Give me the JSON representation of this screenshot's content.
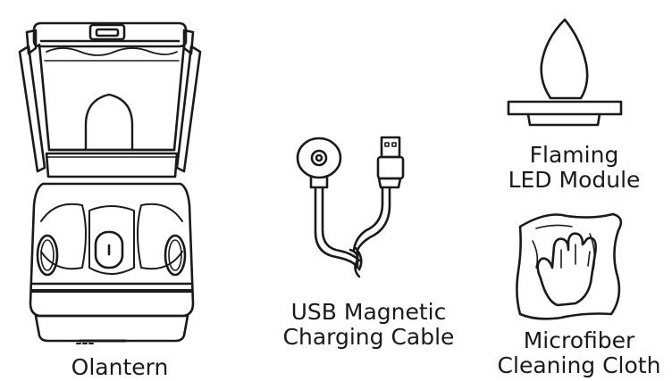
{
  "items": {
    "lantern": {
      "label": "Olantern"
    },
    "cable": {
      "line1": "USB Magnetic",
      "line2": "Charging Cable"
    },
    "led_module": {
      "line1": "Flaming",
      "line2": "LED Module"
    },
    "cloth": {
      "line1": "Microfiber",
      "line2": "Cleaning Cloth"
    }
  },
  "colors": {
    "stroke": "#1a1a1a",
    "background": "#ffffff"
  }
}
